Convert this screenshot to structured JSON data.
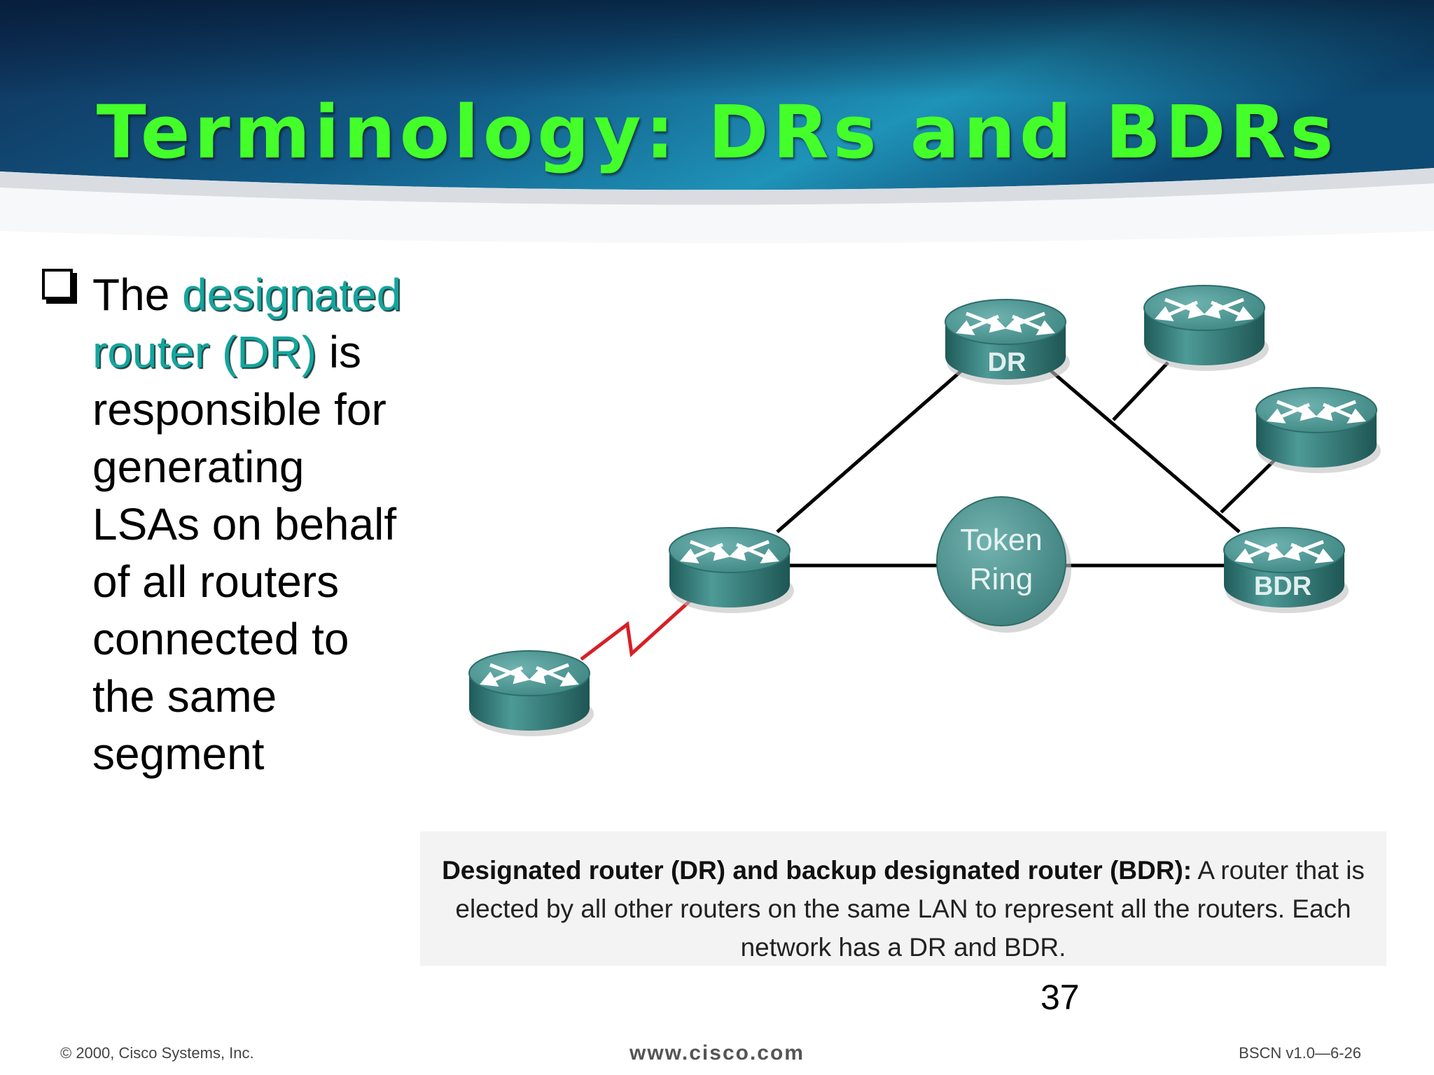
{
  "slide": {
    "title": "Terminology: DRs and BDRs",
    "bullet": {
      "text_before": "The",
      "term": "designated router (DR)",
      "text_after": "is responsible for generating LSAs on behalf of all routers connected to the same segment"
    },
    "page_number": "37"
  },
  "diagram": {
    "dr_label": "DR",
    "bdr_label": "BDR",
    "token_ring_line1": "Token",
    "token_ring_line2": "Ring",
    "caption_bold": "Designated router (DR) and backup designated router (BDR):",
    "caption_rest": "A router that is elected by all other routers on the same LAN to represent all the routers. Each network has a DR and BDR."
  },
  "footer": {
    "copyright": "© 2000, Cisco Systems, Inc.",
    "url": "www.cisco.com",
    "code": "BSCN v1.0—6-26"
  },
  "colors": {
    "title": "#44ff2a",
    "term": "#14a59d",
    "router": "#3e8a87",
    "wan_link": "#d81f26"
  },
  "icons": [
    "router-icon",
    "token-ring-icon",
    "checkbox-bullet-icon",
    "serial-link-icon"
  ]
}
